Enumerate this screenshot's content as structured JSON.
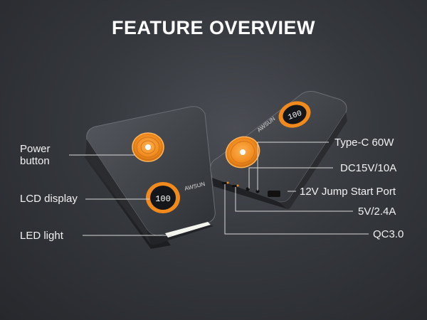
{
  "title": "FEATURE OVERVIEW",
  "brand": "AWSUN",
  "lcd_reading": "100",
  "labels": {
    "power_button": "Power\nbutton",
    "lcd_display": "LCD display",
    "led_light": "LED light",
    "type_c": "Type-C 60W",
    "dc_out": "DC15V/10A",
    "jump_start": "12V Jump Start Port",
    "usb_5v": "5V/2.4A",
    "qc": "QC3.0"
  },
  "colors": {
    "accent": "#f08a1c",
    "device_body": "#3c3f44",
    "background": "#33363b"
  }
}
